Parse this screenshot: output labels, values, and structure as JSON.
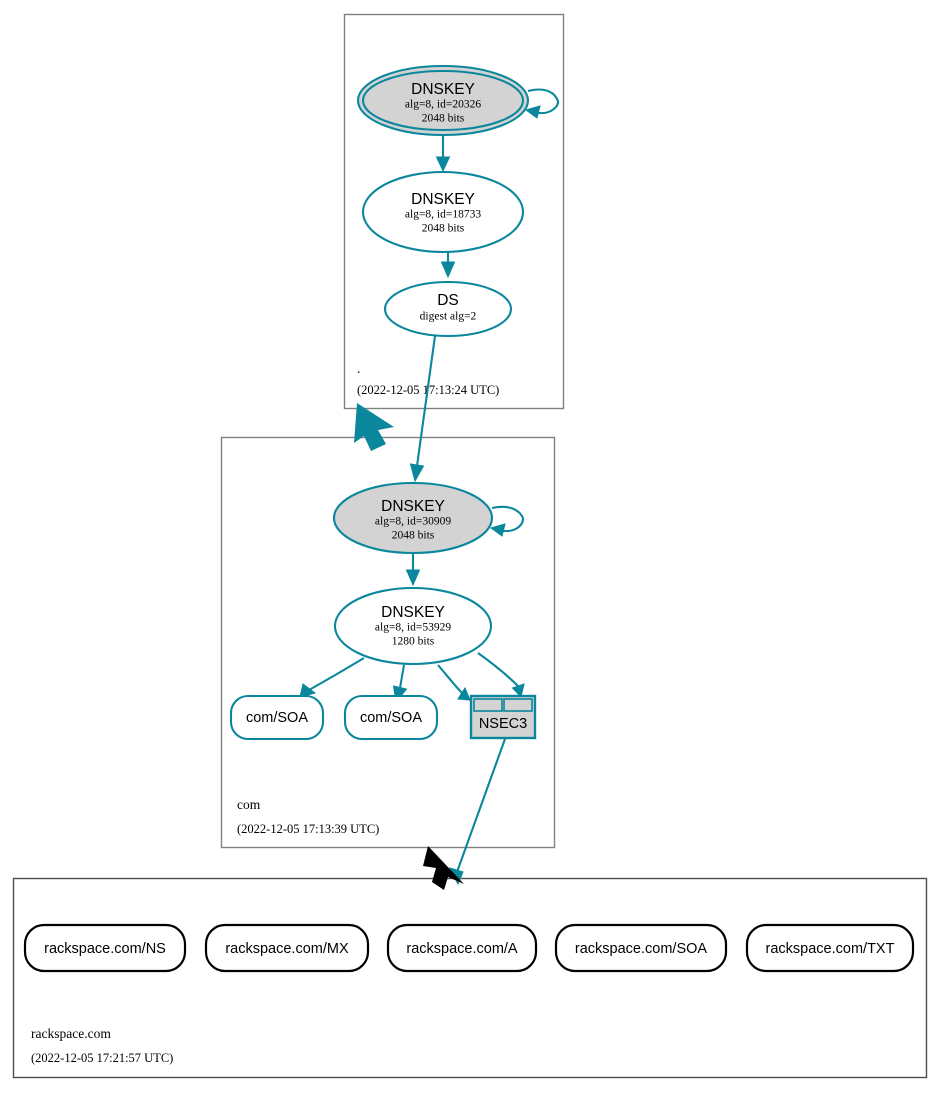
{
  "diagram": {
    "type": "dnssec-authentication-chain",
    "title": "rackspace.com DNSSEC chain of trust"
  },
  "colors": {
    "secure_edge": "#0a879c",
    "insecure_edge": "#000000",
    "key_fill": "#d3d3d3",
    "node_fill": "#ffffff",
    "zone_border": "#808080"
  },
  "zones": [
    {
      "id": "root",
      "label": ".",
      "timestamp": "(2022-12-05 17:13:24 UTC)",
      "nodes": [
        {
          "id": "root-ksk",
          "kind": "dnskey",
          "label": "DNSKEY",
          "detail": "alg=8, id=20326",
          "bits": "2048 bits",
          "role": "ksk",
          "double_outline": true,
          "self_signed": true
        },
        {
          "id": "root-zsk",
          "kind": "dnskey",
          "label": "DNSKEY",
          "detail": "alg=8, id=18733",
          "bits": "2048 bits",
          "role": "zsk",
          "double_outline": false,
          "self_signed": false
        },
        {
          "id": "root-ds",
          "kind": "ds",
          "label": "DS",
          "detail": "digest alg=2"
        }
      ]
    },
    {
      "id": "com",
      "label": "com",
      "timestamp": "(2022-12-05 17:13:39 UTC)",
      "nodes": [
        {
          "id": "com-ksk",
          "kind": "dnskey",
          "label": "DNSKEY",
          "detail": "alg=8, id=30909",
          "bits": "2048 bits",
          "role": "ksk",
          "double_outline": false,
          "self_signed": true
        },
        {
          "id": "com-zsk",
          "kind": "dnskey",
          "label": "DNSKEY",
          "detail": "alg=8, id=53929",
          "bits": "1280 bits",
          "role": "zsk",
          "double_outline": false,
          "self_signed": false
        },
        {
          "id": "com-soa-1",
          "kind": "rrset",
          "label": "com/SOA"
        },
        {
          "id": "com-soa-2",
          "kind": "rrset",
          "label": "com/SOA"
        },
        {
          "id": "com-nsec3",
          "kind": "nsec3",
          "label": "NSEC3"
        }
      ]
    },
    {
      "id": "rackspace",
      "label": "rackspace.com",
      "timestamp": "(2022-12-05 17:21:57 UTC)",
      "nodes": [
        {
          "id": "rs-ns",
          "kind": "rrset",
          "label": "rackspace.com/NS"
        },
        {
          "id": "rs-mx",
          "kind": "rrset",
          "label": "rackspace.com/MX"
        },
        {
          "id": "rs-a",
          "kind": "rrset",
          "label": "rackspace.com/A"
        },
        {
          "id": "rs-soa",
          "kind": "rrset",
          "label": "rackspace.com/SOA"
        },
        {
          "id": "rs-txt",
          "kind": "rrset",
          "label": "rackspace.com/TXT"
        }
      ]
    }
  ],
  "edges": [
    {
      "from": "root-ksk",
      "to": "root-ksk",
      "style": "secure",
      "kind": "self-sign"
    },
    {
      "from": "root-ksk",
      "to": "root-zsk",
      "style": "secure",
      "kind": "rrsig"
    },
    {
      "from": "root-zsk",
      "to": "root-ds",
      "style": "secure",
      "kind": "rrsig"
    },
    {
      "from": "root-ds",
      "to": "com-ksk",
      "style": "secure",
      "kind": "delegation"
    },
    {
      "from": "com-ksk",
      "to": "com-ksk",
      "style": "secure",
      "kind": "self-sign"
    },
    {
      "from": "com-ksk",
      "to": "com-zsk",
      "style": "secure",
      "kind": "rrsig"
    },
    {
      "from": "com-zsk",
      "to": "com-soa-1",
      "style": "secure",
      "kind": "rrsig"
    },
    {
      "from": "com-zsk",
      "to": "com-soa-2",
      "style": "secure",
      "kind": "rrsig"
    },
    {
      "from": "com-zsk",
      "to": "com-nsec3",
      "style": "secure",
      "kind": "rrsig"
    },
    {
      "from": "com-nsec3",
      "to": "rackspace",
      "style": "insecure",
      "kind": "delegation"
    }
  ]
}
